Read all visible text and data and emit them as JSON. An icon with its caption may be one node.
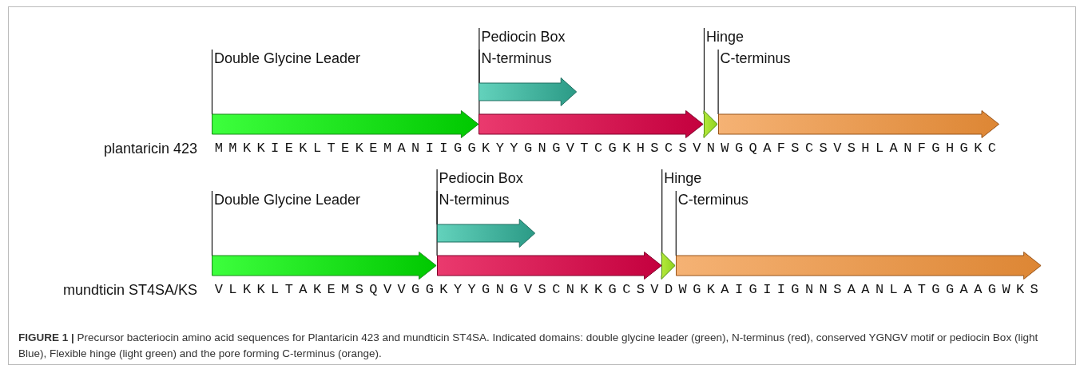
{
  "diagram": {
    "caption": "**FIGURE 1 |** Precursor bacteriocin amino acid sequences for Plantaricin 423 and mundticin ST4SA. Indicated domains: double glycine leader (green), N-terminus (red), conserved YGNGV motif or pediocin Box (light Blue), Flexible hinge (light green) and the pore forming C-terminus (orange).",
    "nodes": [
      {
        "text": [
          "Double Glycine Leader"
        ]
      },
      {
        "text": [
          "Pediocin Box"
        ]
      },
      {
        "text": [
          "N-terminus"
        ]
      },
      {
        "text": [
          "Hinge"
        ]
      },
      {
        "text": [
          "C-terminus"
        ]
      },
      {
        "text": [],
        "shape": "arrow"
      },
      {
        "text": [],
        "shape": "arrow"
      },
      {
        "text": [],
        "shape": "arrow"
      },
      {
        "text": [],
        "shape": "arrow"
      },
      {
        "text": [],
        "shape": "arrow"
      },
      {
        "text": [
          "Double Glycine Leader"
        ]
      },
      {
        "text": [
          "Pediocin Box"
        ]
      },
      {
        "text": [
          "N-terminus"
        ]
      },
      {
        "text": [
          "Hinge"
        ]
      },
      {
        "text": [
          "C-terminus"
        ]
      },
      {
        "text": [],
        "shape": "arrow"
      },
      {
        "text": [],
        "shape": "arrow"
      },
      {
        "text": [],
        "shape": "arrow"
      },
      {
        "text": [],
        "shape": "arrow"
      },
      {
        "text": [],
        "shape": "arrow"
      }
    ],
    "edges": [
      {
        "from": 0,
        "to": 5,
        "arrow": "none"
      },
      {
        "from": 1,
        "to": 6,
        "arrow": "none"
      },
      {
        "from": 2,
        "to": 7,
        "arrow": "none"
      },
      {
        "from": 3,
        "to": 8,
        "arrow": "none"
      },
      {
        "from": 4,
        "to": 9,
        "arrow": "none"
      },
      {
        "from": 10,
        "to": 15,
        "arrow": "none"
      },
      {
        "from": 11,
        "to": 16,
        "arrow": "none"
      },
      {
        "from": 12,
        "to": 17,
        "arrow": "none"
      },
      {
        "from": 13,
        "to": 18,
        "arrow": "none"
      },
      {
        "from": 14,
        "to": 19,
        "arrow": "none"
      }
    ],
    "labels": [
      "plantaricin 423",
      "MMKKIEKLTEKEMANIIGGKYYGNGVTCGKHSCSVNWGQAFSCSVSHLANFGHGKC",
      "mundticin ST4SA/KS",
      "VLKKLTAKEMSQVVGGKYYGNGVSCNKKGCSVDWGKAIGIIGNNSAANLATGGAAGWKS"
    ]
  }
}
